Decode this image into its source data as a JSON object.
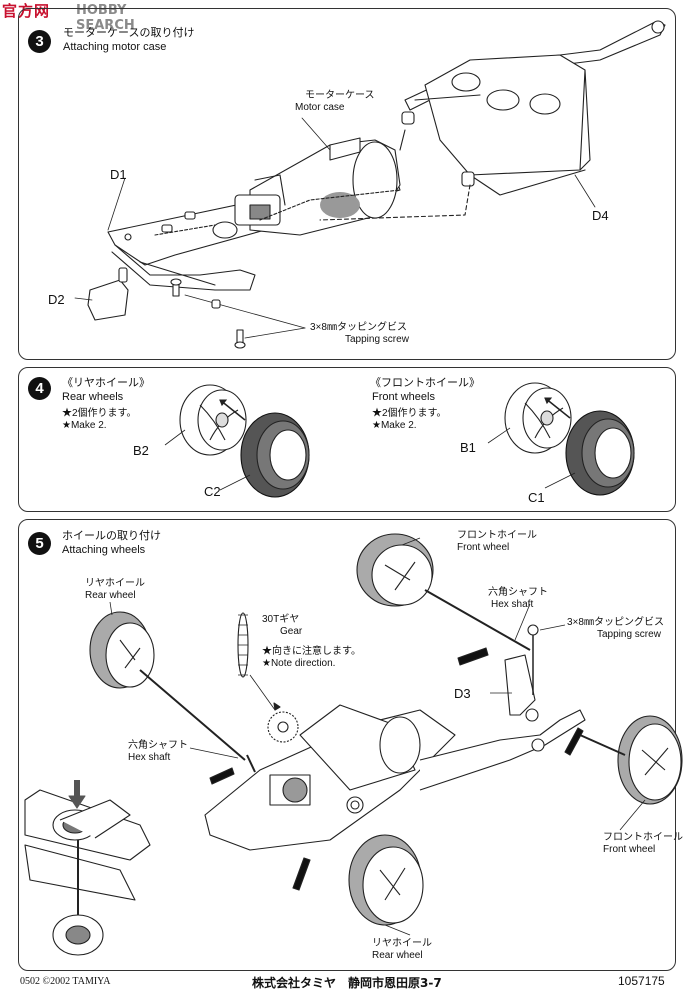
{
  "watermark": {
    "cn": "官方网",
    "en": "HOBBY SEARCH"
  },
  "step3": {
    "number": "3",
    "title_jp": "モーターケースの取り付け",
    "title_en": "Attaching motor case",
    "motor_case_jp": "モーターケース",
    "motor_case_en": "Motor case",
    "part_d1": "D1",
    "part_d2": "D2",
    "part_d4": "D4",
    "screw_jp": "3×8㎜タッピングビス",
    "screw_en": "Tapping screw"
  },
  "step4": {
    "number": "4",
    "rear_title_jp": "《リヤホイール》",
    "rear_title_en": "Rear wheels",
    "rear_make_jp": "★2個作ります。",
    "rear_make_en": "★Make 2.",
    "part_b2": "B2",
    "part_c2": "C2",
    "front_title_jp": "《フロントホイール》",
    "front_title_en": "Front wheels",
    "front_make_jp": "★2個作ります。",
    "front_make_en": "★Make 2.",
    "part_b1": "B1",
    "part_c1": "C1"
  },
  "step5": {
    "number": "5",
    "title_jp": "ホイールの取り付け",
    "title_en": "Attaching wheels",
    "rear_wheel_jp": "リヤホイール",
    "rear_wheel_en": "Rear wheel",
    "gear_jp": "30Tギヤ",
    "gear_en": "Gear",
    "note_jp": "★向きに注意します。",
    "note_en": "★Note direction.",
    "hex_left_jp": "六角シャフト",
    "hex_left_en": "Hex shaft",
    "front_wheel_top_jp": "フロントホイール",
    "front_wheel_top_en": "Front wheel",
    "hex_right_jp": "六角シャフト",
    "hex_right_en": "Hex shaft",
    "screw_jp": "3×8㎜タッピングビス",
    "screw_en": "Tapping screw",
    "part_d3": "D3",
    "front_wheel_right_jp": "フロントホイール",
    "front_wheel_right_en": "Front wheel",
    "rear_wheel_bottom_jp": "リヤホイール",
    "rear_wheel_bottom_en": "Rear wheel"
  },
  "footer": {
    "left": "0502 ©2002 TAMIYA",
    "center": "株式会社タミヤ　静岡市恩田原3-7",
    "right": "1057175"
  }
}
